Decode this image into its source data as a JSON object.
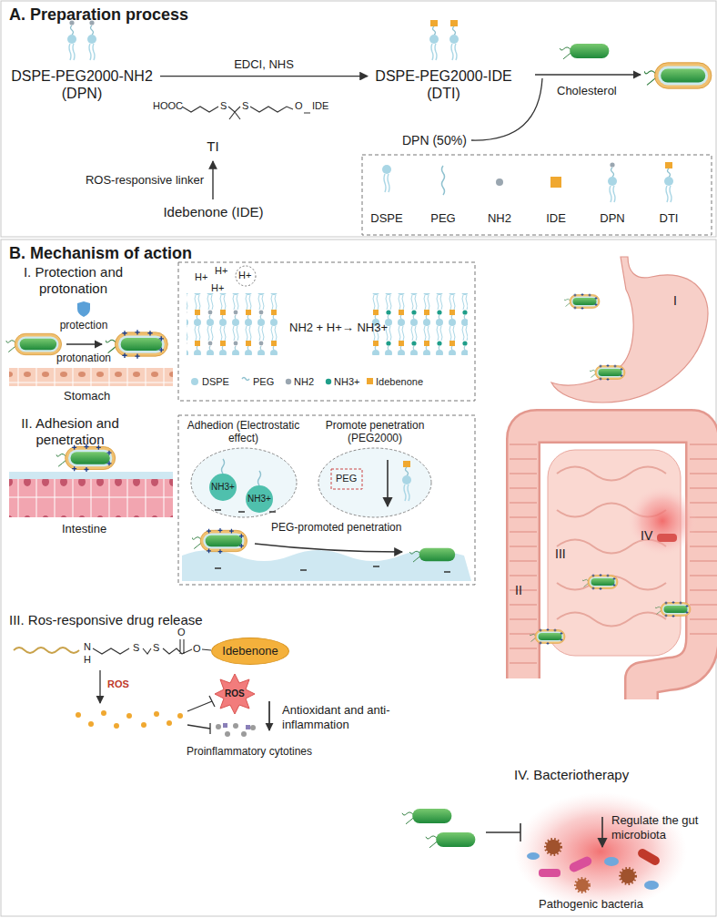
{
  "diagram": {
    "nodes": [
      {
        "text": [
          "DSPE-PEG2000-NH2",
          "(DPN)"
        ]
      },
      {
        "text": [
          "TI"
        ]
      },
      {
        "text": [
          "Idebenone (IDE)"
        ]
      },
      {
        "text": [
          "DSPE-PEG2000-IDE",
          "(DTI)"
        ]
      },
      {
        "text": [
          "Idebenone"
        ]
      }
    ],
    "edges": [
      {
        "from": 0,
        "to": 3,
        "label": "EDCI, NHS",
        "arrow": "to"
      },
      {
        "from": 2,
        "to": 1,
        "label": "ROS-responsive linker",
        "arrow": "to"
      }
    ],
    "labels": [
      "A. Preparation process",
      "HOOC",
      "S",
      "S",
      "O",
      "IDE",
      "Cholesterol",
      "DPN (50%)",
      "B. Mechanism of action",
      "I. Protection and protonation",
      "protection",
      "protonation",
      "Stomach",
      "H+",
      "H+",
      "H+",
      "H+",
      "NH2 + H+→ NH3+",
      "DSPE",
      "PEG",
      "NH2",
      "NH3+",
      "Idebenone",
      "II. Adhesion and penetration",
      "Adhedion (Electrostatic effect)",
      "Promote penetration (PEG2000)",
      "NH3+",
      "NH3+",
      "PEG",
      "PEG-promoted penetration",
      "Intestine",
      "I",
      "II",
      "III",
      "IV",
      "III. Ros-responsive drug release",
      "N",
      "H",
      "S",
      "S",
      "O",
      "O",
      "ROS",
      "ROS",
      "Antioxidant and anti-inflammation",
      "Proinflammatory cytotines",
      "IV. Bacteriotherapy",
      "Regulate the gut microbiota",
      "Pathogenic bacteria"
    ],
    "legend": [
      {
        "text": "DSPE"
      },
      {
        "text": "PEG"
      },
      {
        "text": "NH2"
      },
      {
        "text": "IDE"
      },
      {
        "text": "DPN"
      },
      {
        "text": "DTI"
      }
    ]
  }
}
